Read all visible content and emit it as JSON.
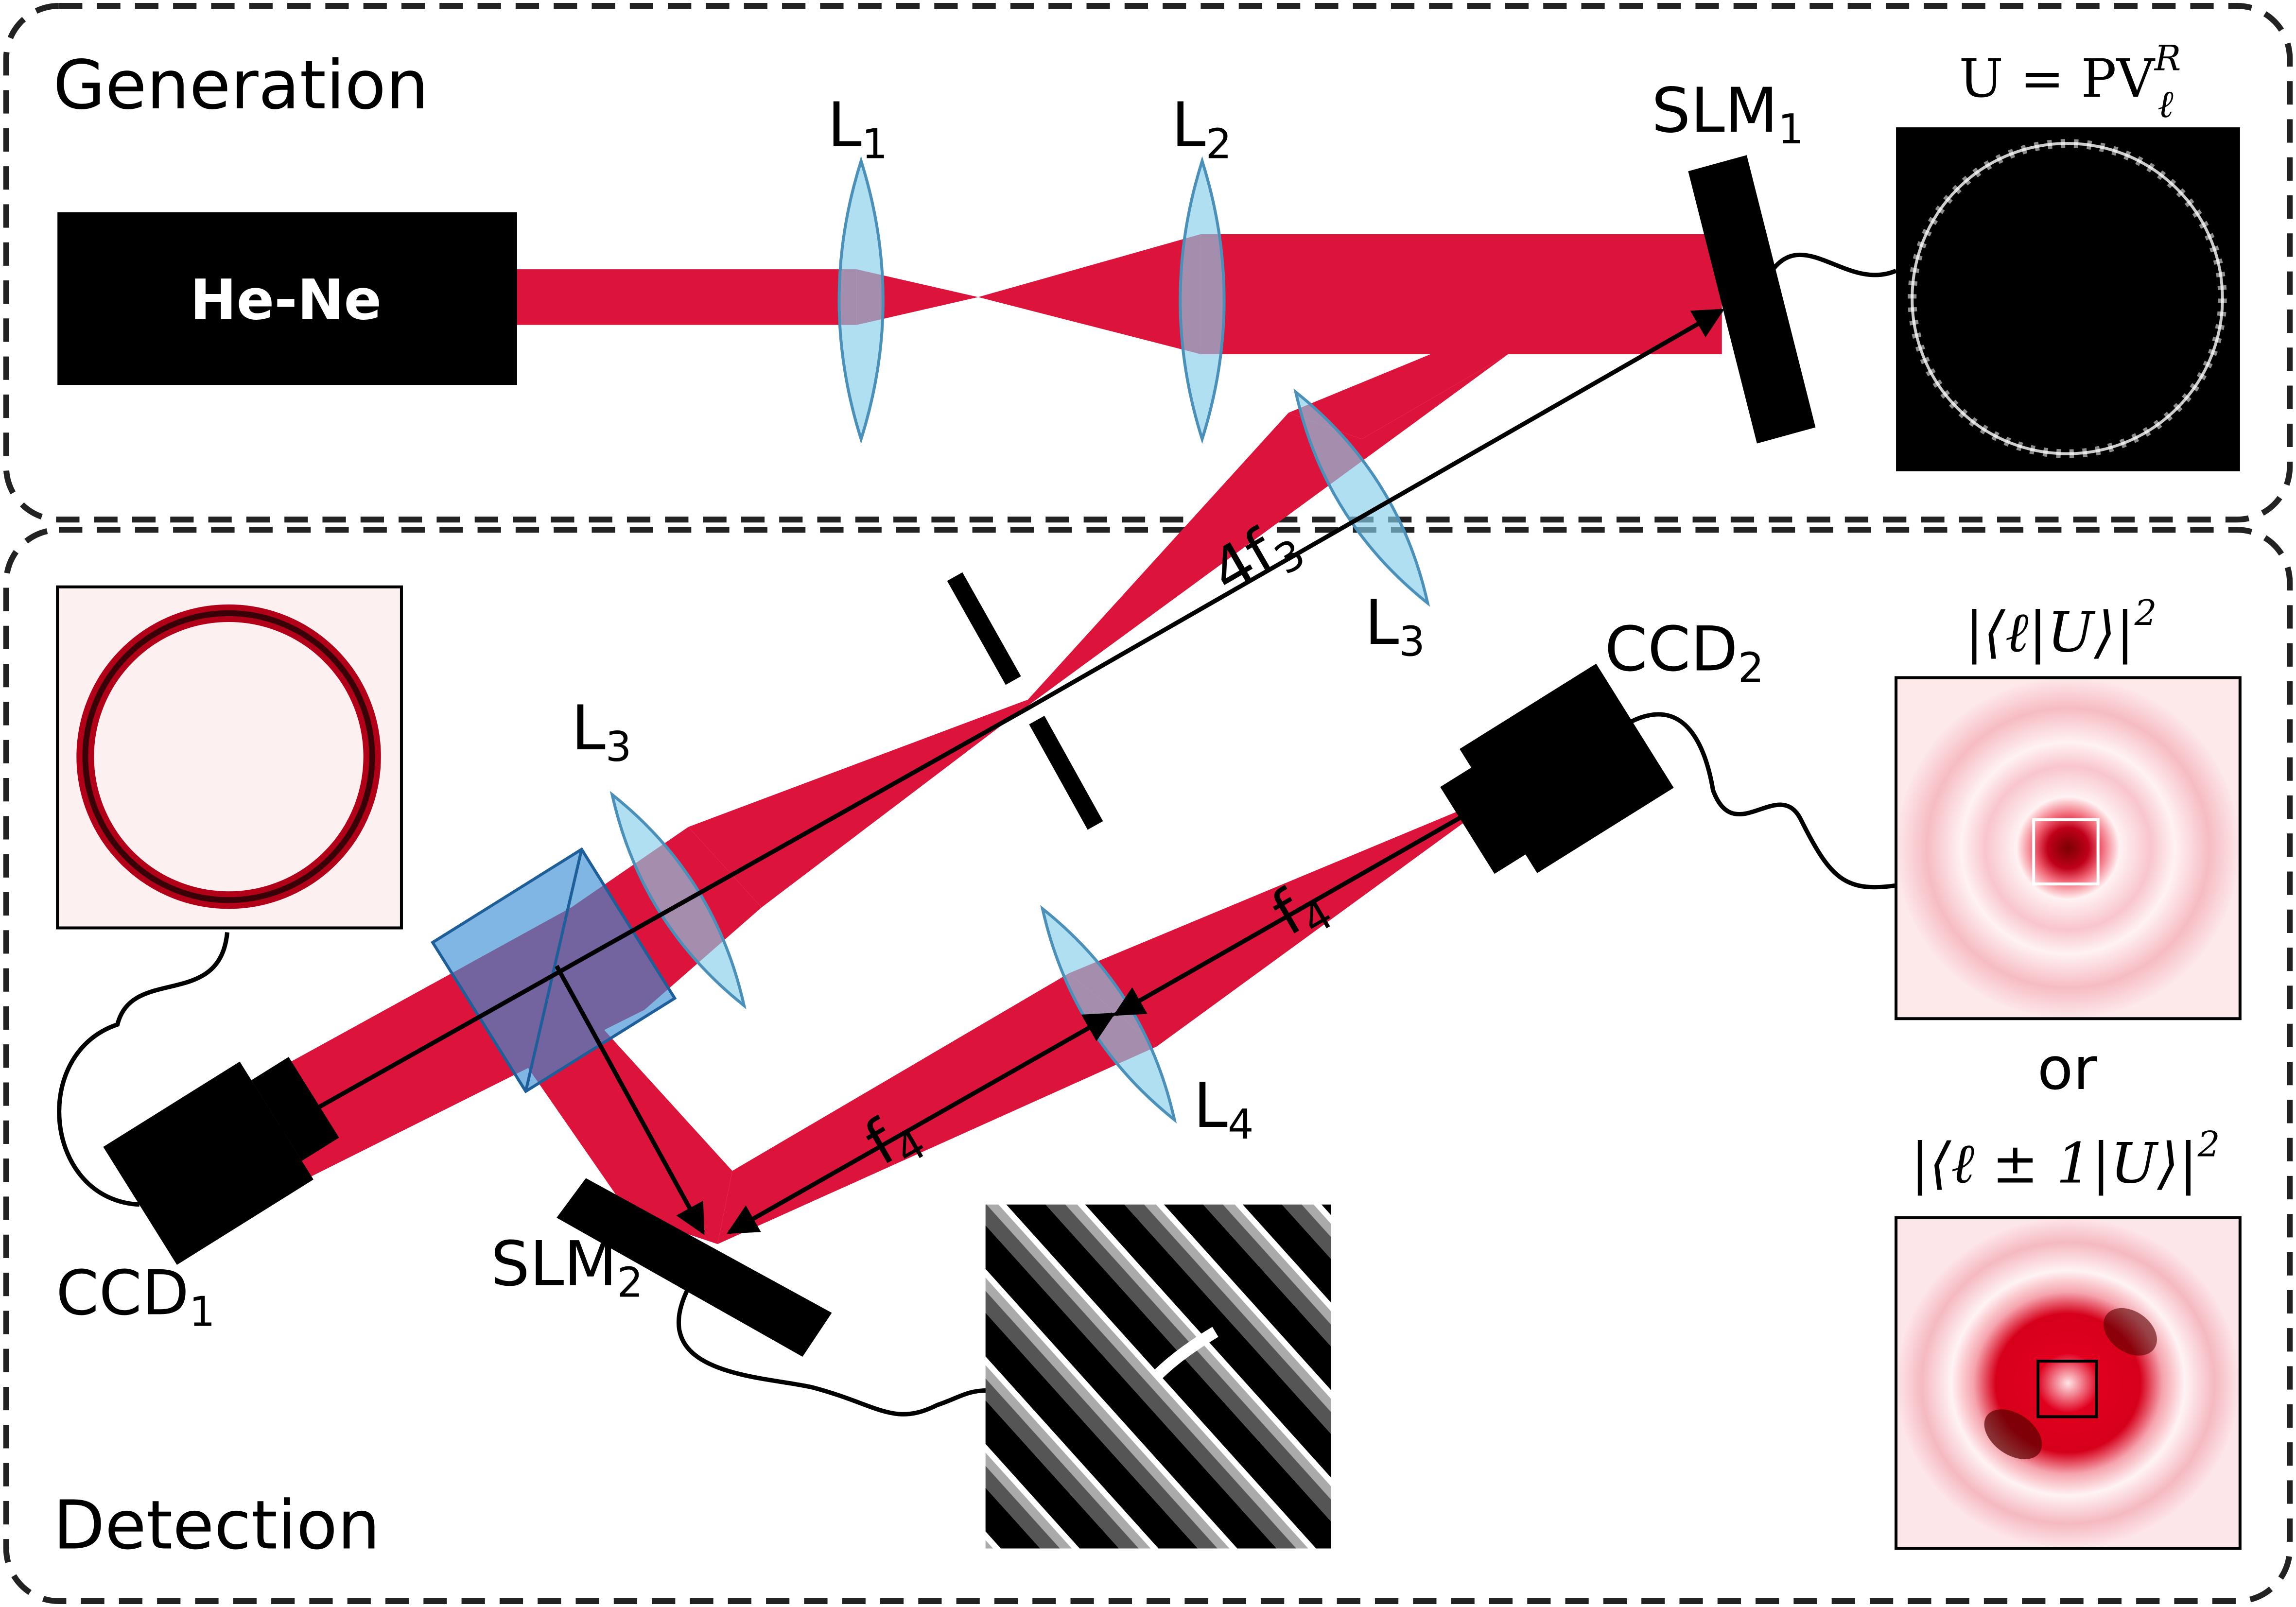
{
  "sections": {
    "generation": "Generation",
    "detection": "Detection"
  },
  "laser": {
    "label": "He-Ne"
  },
  "lenses": {
    "l1": {
      "base": "L",
      "sub": "1"
    },
    "l2": {
      "base": "L",
      "sub": "2"
    },
    "l3a": {
      "base": "L",
      "sub": "3"
    },
    "l3b": {
      "base": "L",
      "sub": "3"
    },
    "l4": {
      "base": "L",
      "sub": "4"
    }
  },
  "slm1": {
    "base": "SLM",
    "sub": "1"
  },
  "slm2": {
    "base": "SLM",
    "sub": "2"
  },
  "ccd1": {
    "base": "CCD",
    "sub": "1"
  },
  "ccd2": {
    "base": "CCD",
    "sub": "2"
  },
  "distances": {
    "f3": {
      "base": "4f",
      "sub": "3"
    },
    "f4_upper": {
      "base": "f",
      "sub": "4"
    },
    "f4_lower": {
      "base": "f",
      "sub": "4"
    }
  },
  "equations": {
    "u_lhs": "U = PV",
    "u_sup": "R",
    "u_sub": "ℓ",
    "proj1": "|⟨ℓ|U⟩|",
    "proj1_sup": "2",
    "or": "or",
    "proj2": "|⟨ℓ ± 1|U⟩|",
    "proj2_sup": "2"
  },
  "colors": {
    "beam": "#dc143c",
    "lens": "#87ceeb",
    "cube": "#3a8fd6",
    "frame": "#222222"
  }
}
